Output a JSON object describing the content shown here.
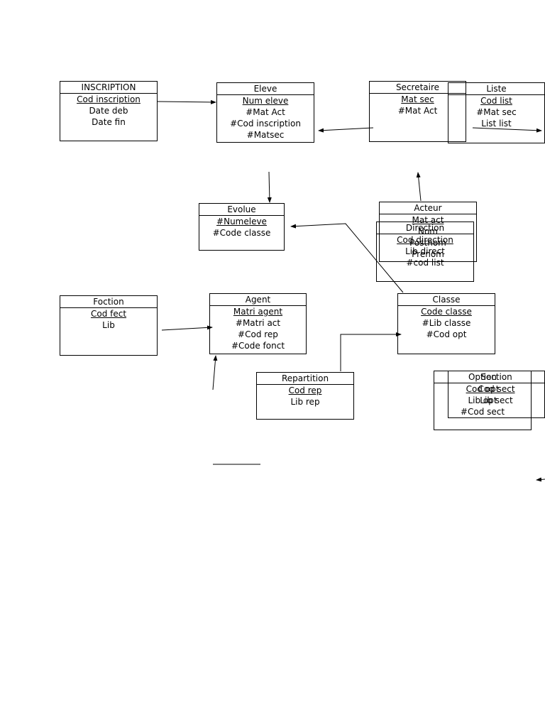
{
  "entities": {
    "inscription": {
      "title": "INSCRIPTION",
      "fields": [
        {
          "text": "Cod inscription",
          "pk": true
        },
        {
          "text": "Date deb"
        },
        {
          "text": "Date fin"
        }
      ]
    },
    "eleve": {
      "title": "Eleve",
      "fields": [
        {
          "text": "Num eleve",
          "pk": true
        },
        {
          "text": "#Mat Act"
        },
        {
          "text": "#Cod inscription"
        },
        {
          "text": "#Matsec"
        }
      ]
    },
    "secretaire": {
      "title": "Secretaire",
      "fields": [
        {
          "text": "Mat sec",
          "pk": true
        },
        {
          "text": "#Mat Act"
        }
      ]
    },
    "liste": {
      "title": "Liste",
      "fields": [
        {
          "text": "Cod list",
          "pk": true
        },
        {
          "text": "#Mat sec"
        },
        {
          "text": "List list"
        }
      ]
    },
    "evolue": {
      "title": "Evolue",
      "fields": [
        {
          "text": "#Numeleve",
          "pk": true
        },
        {
          "text": "#Code classe"
        }
      ]
    },
    "acteur": {
      "title": "Acteur",
      "fields": [
        {
          "text": "Mat act",
          "pk": true
        },
        {
          "text": "Nom"
        },
        {
          "text": "Postnom"
        },
        {
          "text": "Prenom"
        }
      ]
    },
    "direction": {
      "title": "Direction",
      "fields": [
        {
          "text": "Cod direction",
          "pk": true
        },
        {
          "text": "Lib direct"
        },
        {
          "text": "#cod list"
        }
      ]
    },
    "foction": {
      "title": "Foction",
      "fields": [
        {
          "text": "Cod fect",
          "pk": true
        },
        {
          "text": "Lib"
        }
      ]
    },
    "agent": {
      "title": "Agent",
      "fields": [
        {
          "text": "Matri agent",
          "pk": true
        },
        {
          "text": "#Matri act"
        },
        {
          "text": "#Cod rep"
        },
        {
          "text": "#Code fonct"
        }
      ]
    },
    "classe": {
      "title": "Classe",
      "fields": [
        {
          "text": "Code classe",
          "pk": true
        },
        {
          "text": "#Lib classe"
        },
        {
          "text": "#Cod opt"
        }
      ]
    },
    "repartition": {
      "title": "Repartition",
      "fields": [
        {
          "text": "Cod rep",
          "pk": true
        },
        {
          "text": "Lib rep"
        }
      ]
    },
    "option": {
      "title": "Option",
      "fields": [
        {
          "text": "Cod opt",
          "pk": true
        },
        {
          "text": "Lib opt"
        },
        {
          "text": "#Cod sect"
        }
      ]
    },
    "section": {
      "title": "Section",
      "fields": [
        {
          "text": "Cod sect",
          "pk": true
        },
        {
          "text": "Lib sect"
        }
      ]
    }
  },
  "colors": {
    "line": "#000000"
  }
}
